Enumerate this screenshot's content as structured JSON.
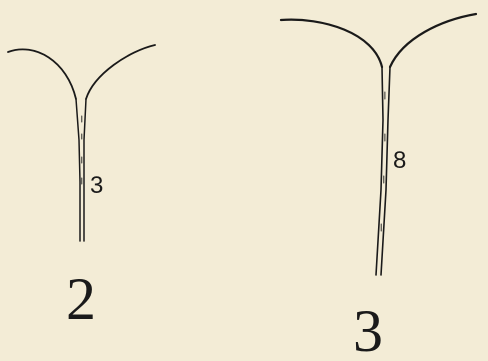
{
  "figures": [
    {
      "number": "2",
      "inner_label": "3"
    },
    {
      "number": "3",
      "inner_label": "8"
    }
  ],
  "colors": {
    "background": "#f3ecd6",
    "ink": "#1a1a1a"
  }
}
